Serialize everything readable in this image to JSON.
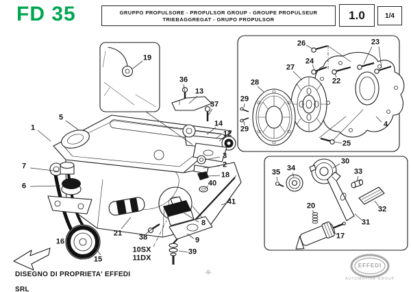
{
  "header": {
    "model": "FD 35",
    "title_line1": "GRUPPO PROPULSORE - PROPULSOR GROUP - GROUPE PROPULSEUR",
    "title_line2": "TRIEBAGGREGAT - GRUPO PROPULSOR",
    "table_number": "1.0",
    "page_fraction": "1/4"
  },
  "diagram": {
    "callouts": [
      {
        "label": "1"
      },
      {
        "label": "5"
      },
      {
        "label": "7"
      },
      {
        "label": "6"
      },
      {
        "label": "16"
      },
      {
        "label": "15"
      },
      {
        "label": "21"
      },
      {
        "label": "19"
      },
      {
        "label": "36"
      },
      {
        "label": "13"
      },
      {
        "label": "37"
      },
      {
        "label": "14"
      },
      {
        "label": "12"
      },
      {
        "label": "3"
      },
      {
        "label": "2"
      },
      {
        "label": "18"
      },
      {
        "label": "40"
      },
      {
        "label": "41"
      },
      {
        "label": "38"
      },
      {
        "label": "10SX"
      },
      {
        "label": "11DX"
      },
      {
        "label": "8"
      },
      {
        "label": "9"
      },
      {
        "label": "39"
      },
      {
        "label": "26"
      },
      {
        "label": "23"
      },
      {
        "label": "24"
      },
      {
        "label": "27"
      },
      {
        "label": "22"
      },
      {
        "label": "28"
      },
      {
        "label": "29"
      },
      {
        "label": "29"
      },
      {
        "label": "25"
      },
      {
        "label": "4"
      },
      {
        "label": "35"
      },
      {
        "label": "34"
      },
      {
        "label": "30"
      },
      {
        "label": "33"
      },
      {
        "label": "32"
      },
      {
        "label": "31"
      },
      {
        "label": "20"
      },
      {
        "label": "17"
      }
    ]
  },
  "footer": {
    "property_notice_line1": "DISEGNO DI PROPRIETA' EFFEDI",
    "property_notice_line2": "SRL",
    "page_number": "-9-",
    "logo_text": "EFFEDI",
    "logo_subtext": "AUTOMOTIVE GROUP"
  },
  "colors": {
    "brand_green": "#00A651",
    "line_black": "#1a1a1a",
    "logo_gray": "#a6a6a6"
  }
}
